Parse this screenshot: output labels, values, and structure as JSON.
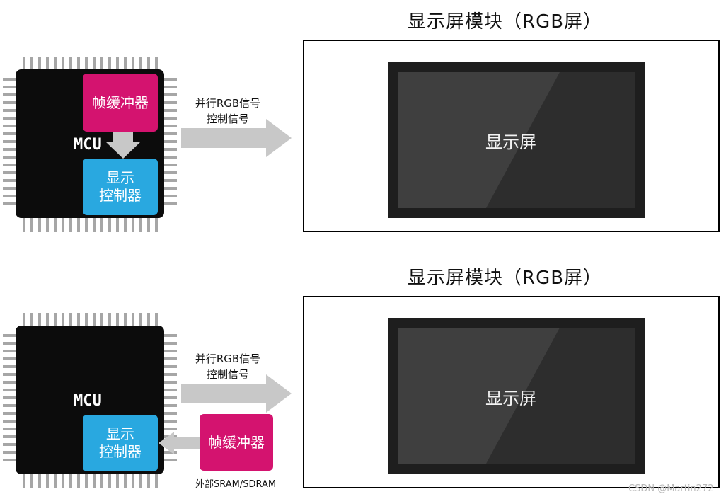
{
  "panels": [
    {
      "title": "显示屏模块（RGB屏）",
      "screen_label": "显示屏",
      "mcu_label": "MCU",
      "frame_buffer_label": "帧缓冲器",
      "controller_line1": "显示",
      "controller_line2": "控制器",
      "signal_line1": "并行RGB信号",
      "signal_line2": "控制信号"
    },
    {
      "title": "显示屏模块（RGB屏）",
      "screen_label": "显示屏",
      "mcu_label": "MCU",
      "frame_buffer_label": "帧缓冲器",
      "controller_line1": "显示",
      "controller_line2": "控制器",
      "signal_line1": "并行RGB信号",
      "signal_line2": "控制信号",
      "external_memory_label": "外部SRAM/SDRAM"
    }
  ],
  "watermark": "CSDN @Martin272",
  "colors": {
    "frame_buffer": "#d4136f",
    "controller": "#29a8e0",
    "arrow": "#c8c8c8",
    "chip": "#0c0c0c",
    "pins": "#a6a6a6"
  }
}
